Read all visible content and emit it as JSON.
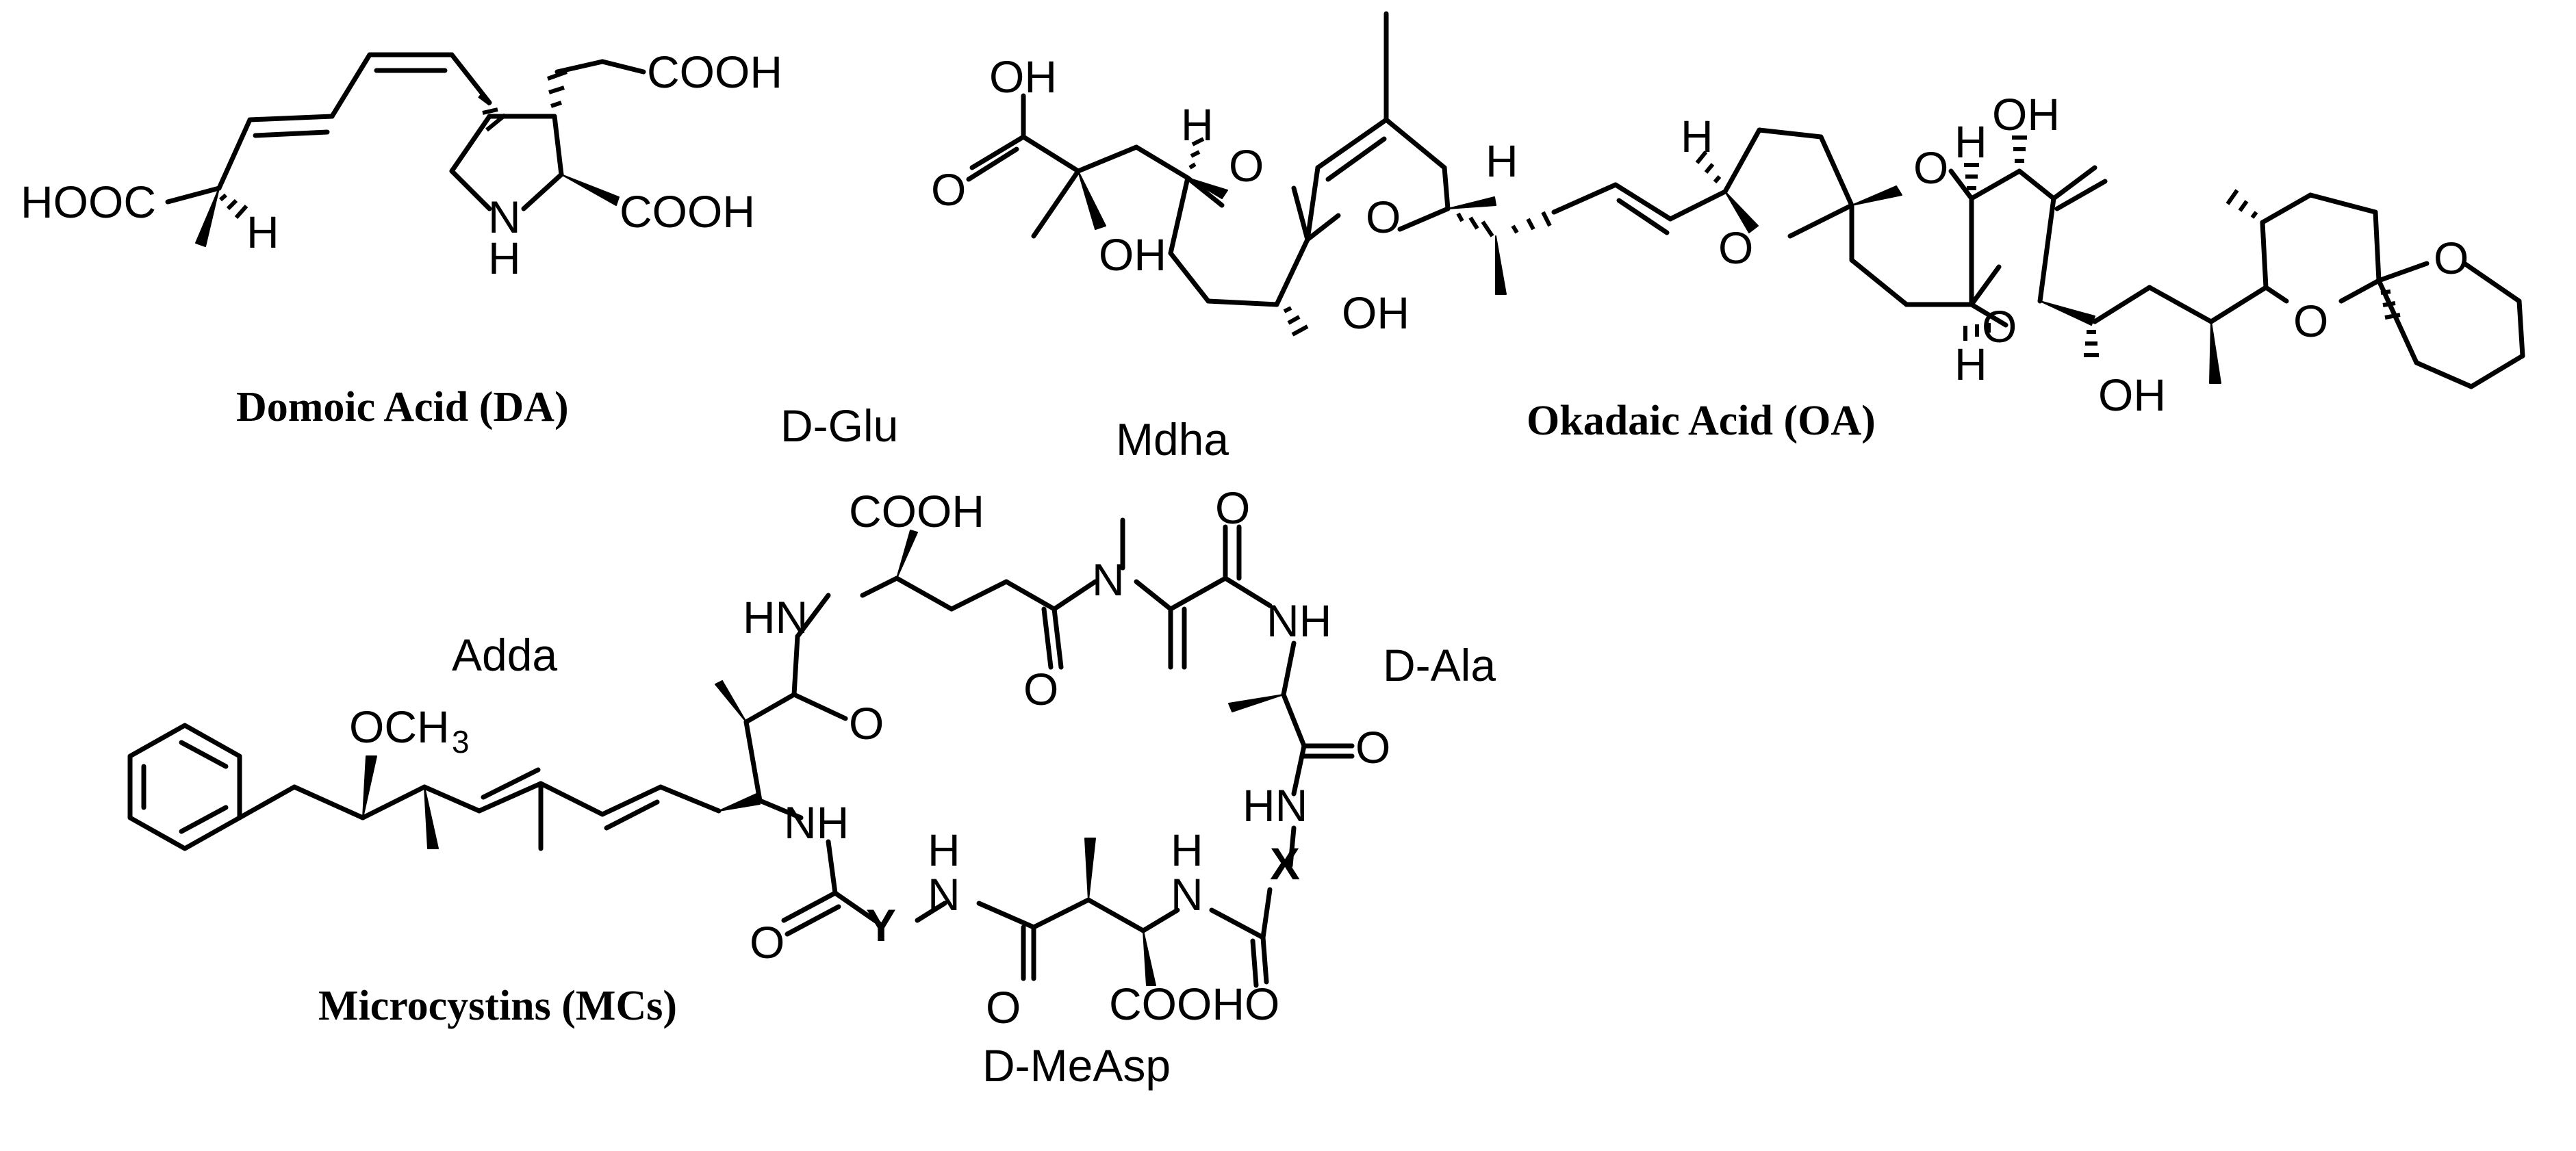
{
  "captions": {
    "domoic_acid": "Domoic Acid (DA)",
    "okadaic_acid": "Okadaic Acid (OA)",
    "microcystins": "Microcystins (MCs)"
  },
  "residues": {
    "d_glu": "D-Glu",
    "mdha": "Mdha",
    "adda": "Adda",
    "d_ala": "D-Ala",
    "d_measp": "D-MeAsp"
  },
  "atoms": {
    "cooh": "COOH",
    "hooc": "HOOC",
    "h": "H",
    "o": "O",
    "oh": "OH",
    "nh": "NH",
    "n": "N",
    "hn": "HN",
    "och": "OCH",
    "three": "3",
    "cooh_o": "COOHO",
    "x": "X",
    "y": "Y"
  }
}
